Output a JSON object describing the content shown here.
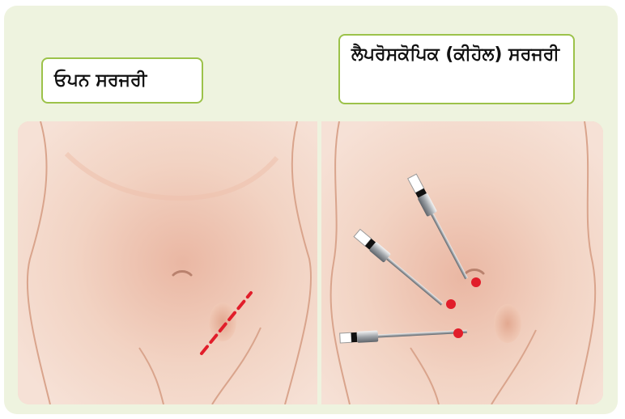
{
  "labels": {
    "open_surgery": "ਓਪਨ ਸਰਜਰੀ",
    "laparoscopic_surgery": "ਲੈਪਰੋਸਕੋਪਿਕ (ਕੀਹੋਲ) ਸਰਜਰੀ"
  },
  "colors": {
    "background": "#eef3df",
    "label_border": "#9cc24a",
    "skin": "#f1d5c5",
    "incision": "#e11d2a",
    "port_dot": "#e11d2a"
  },
  "icons": {
    "incision": "dashed-incision-line",
    "instrument": "laparoscopic-trocar"
  }
}
